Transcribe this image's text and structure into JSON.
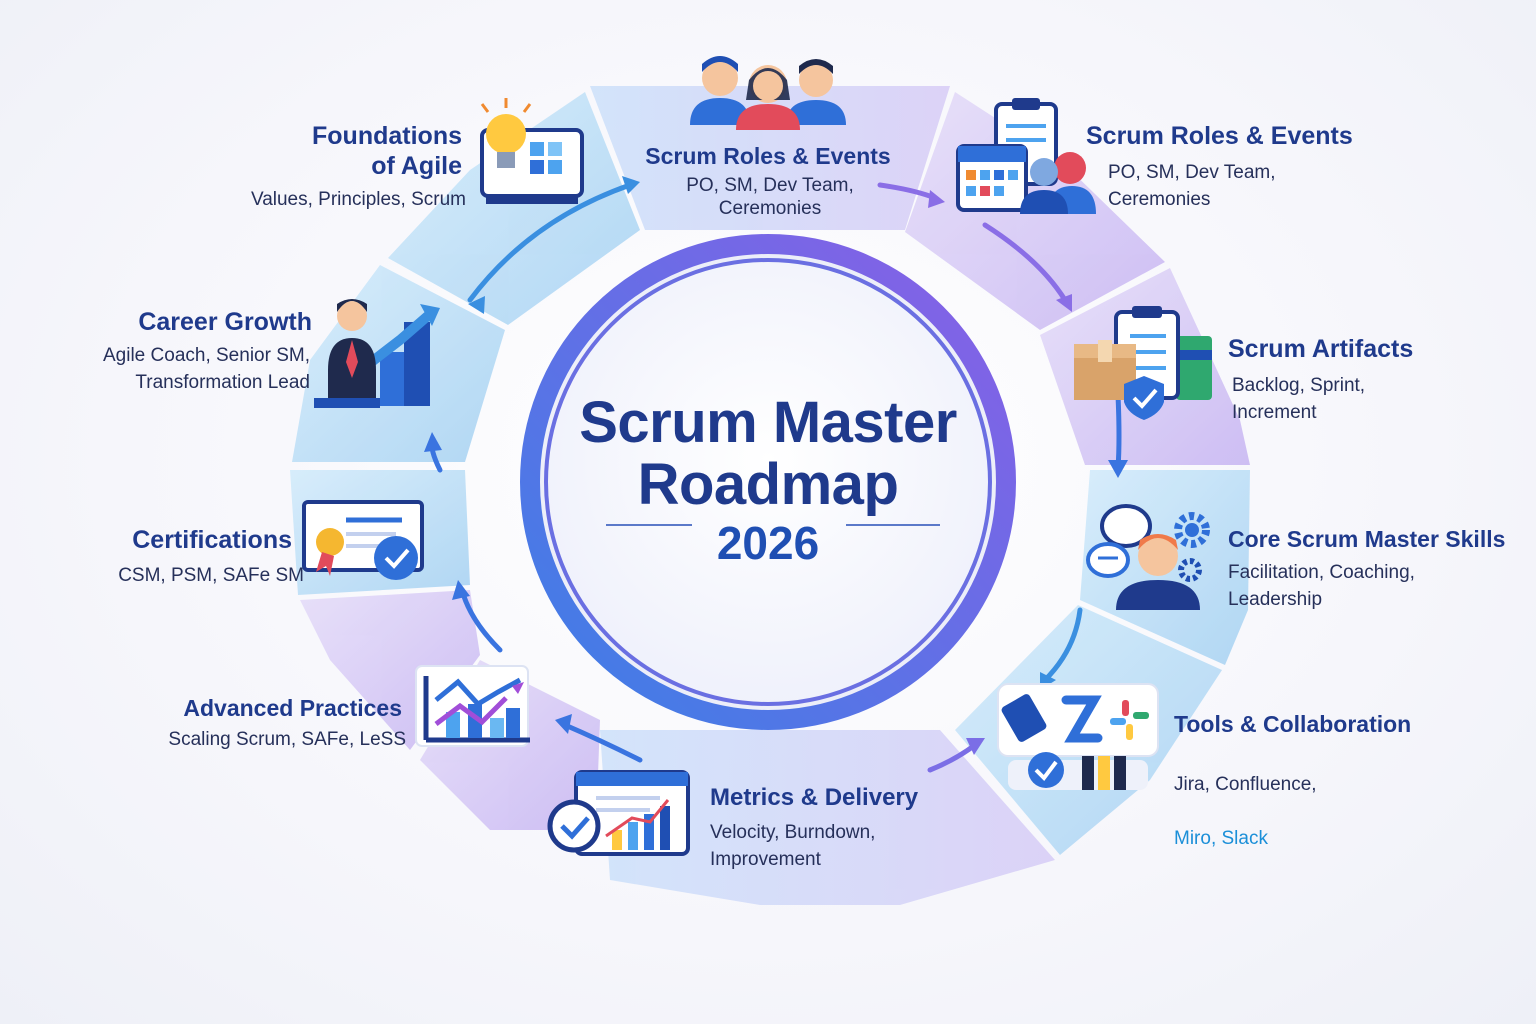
{
  "title": "Scrum Master\nRoadmap",
  "year": "2026",
  "steps": [
    {
      "title": "Foundations\nof Agile",
      "subtitle": "Values, Principles, Scrum",
      "icon": "lightbulb-board-icon"
    },
    {
      "title": "Scrum Roles & Events",
      "subtitle": "PO, SM, Dev Team,\nCeremonies",
      "icon": "team-people-icon"
    },
    {
      "title": "Scrum Roles & Events",
      "subtitle": "PO, SM, Dev Team,\nCeremonies",
      "icon": "calendar-roles-icon"
    },
    {
      "title": "Scrum Artifacts",
      "subtitle": "Backlog, Sprint,\nIncrement",
      "icon": "artifacts-box-icon"
    },
    {
      "title": "Core Scrum Master Skills",
      "subtitle": "Facilitation, Coaching,\nLeadership",
      "icon": "coach-gears-icon"
    },
    {
      "title": "Tools & Collaboration",
      "subtitle_a": "Jira, Confluence,",
      "subtitle_b": "Miro, Slack",
      "icon": "tools-apps-icon"
    },
    {
      "title": "Metrics & Delivery",
      "subtitle": "Velocity, Burndown,\nImprovement",
      "icon": "metrics-chart-icon"
    },
    {
      "title": "Advanced Practices",
      "subtitle": "Scaling Scrum, SAFe, LeSS",
      "icon": "advanced-chart-icon"
    },
    {
      "title": "Certifications",
      "subtitle": "CSM, PSM, SAFe SM",
      "icon": "certificate-icon"
    },
    {
      "title": "Career Growth",
      "subtitle": "Agile Coach, Senior SM,\nTransformation Lead",
      "icon": "career-growth-icon"
    }
  ],
  "colors": {
    "title": "#1f3a8c",
    "accent_blue": "#3a74e0",
    "accent_purple": "#8a63e6",
    "segment_blue": "#bfe0f7",
    "segment_purple": "#d9cdf7",
    "link_highlight": "#1b8fd8"
  }
}
